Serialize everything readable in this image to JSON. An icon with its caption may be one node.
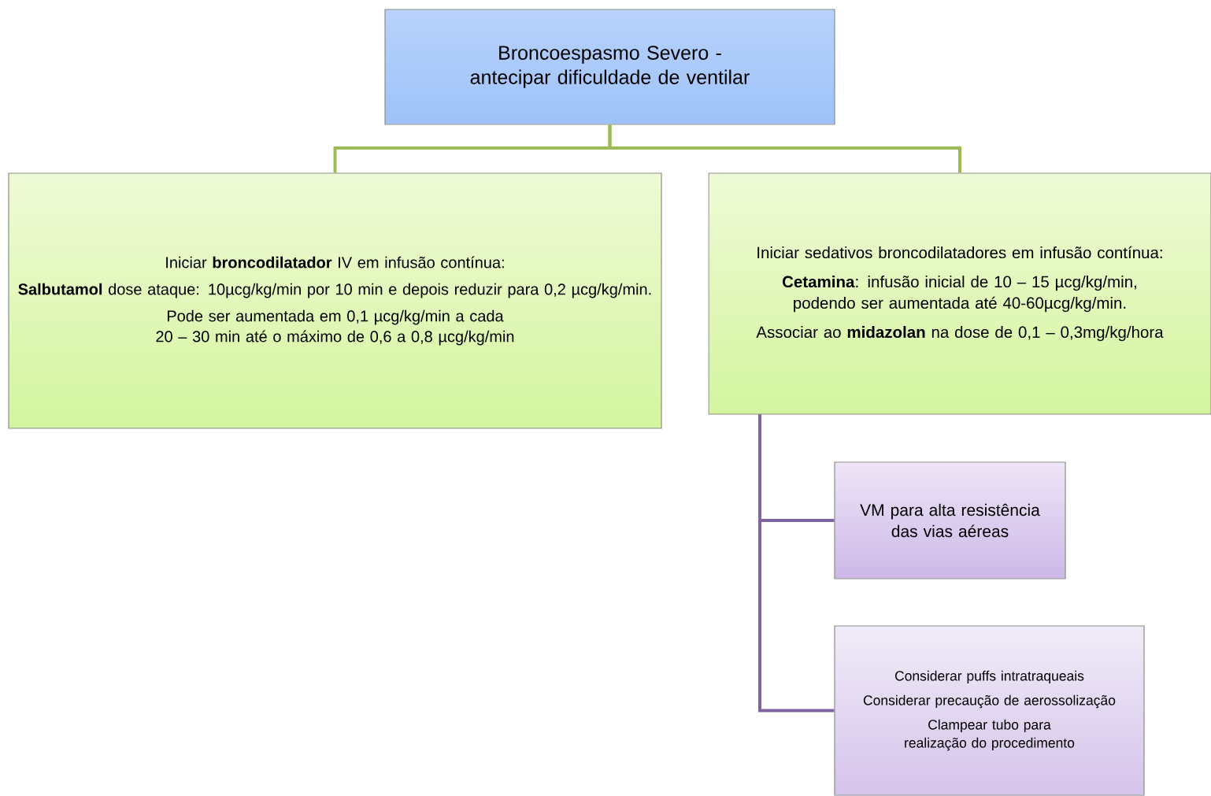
{
  "diagram": {
    "nodes": [
      {
        "text": [
          "Broncoespasmo Severo - antecipar dificuldade de ventilar"
        ]
      },
      {
        "text": [
          "Iniciar **broncodilatador** IV em infusão contínua:",
          "**Salbutamol** dose ataque: 10µcg/kg/min por 10 min e depois reduzir para 0,2 µcg/kg/min.",
          "Pode ser aumentada em 0,1 µcg/kg/min a cada 20 – 30 min até o máximo de 0,6 a 0,8 µcg/kg/min"
        ]
      },
      {
        "text": [
          "Iniciar sedativos broncodilatadores em infusão contínua:",
          "**Cetamina**: infusão inicial de 10 – 15 µcg/kg/min, podendo ser aumentada até 40-60µcg/kg/min.",
          "Associar ao **midazolan** na dose de 0,1 – 0,3mg/kg/hora"
        ]
      },
      {
        "text": [
          "VM para alta resistência das vias aéreas"
        ]
      },
      {
        "text": [
          "Considerar puffs intratraqueais",
          "Considerar precaução de aerossolização",
          "Clampear tubo para realização do procedimento"
        ]
      }
    ],
    "edges": [
      {
        "from": 0,
        "to": 1,
        "arrow": "none",
        "color": "#9bbb59"
      },
      {
        "from": 0,
        "to": 2,
        "arrow": "none",
        "color": "#9bbb59"
      },
      {
        "from": 2,
        "to": 3,
        "arrow": "none",
        "color": "#8064a2"
      },
      {
        "from": 2,
        "to": 4,
        "arrow": "none",
        "color": "#8064a2"
      }
    ]
  }
}
